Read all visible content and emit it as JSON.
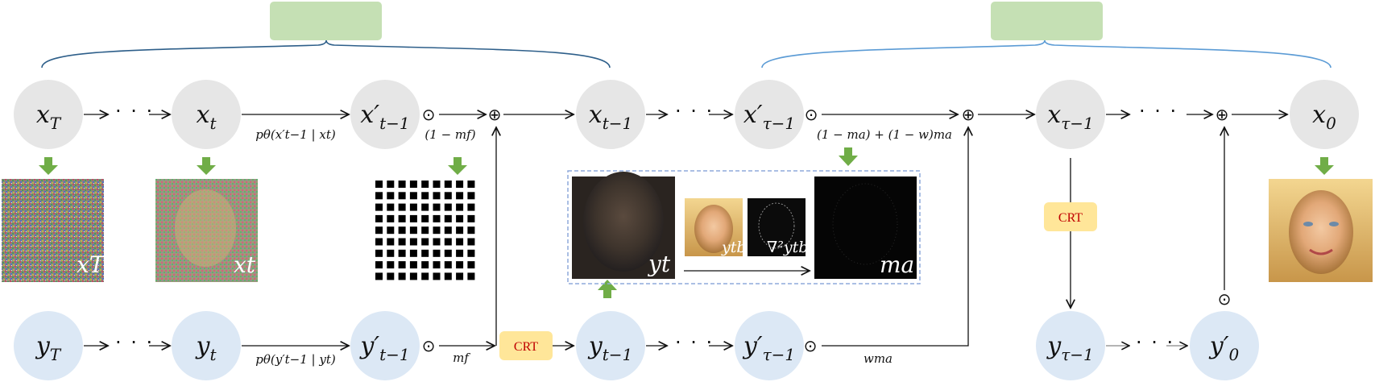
{
  "top_nodes": {
    "xT": {
      "base": "x",
      "sub": "T"
    },
    "xt": {
      "base": "x",
      "sub": "t"
    },
    "xp_t1": {
      "base": "x′",
      "sub": "t−1"
    },
    "x_t1": {
      "base": "x",
      "sub": "t−1"
    },
    "xp_tau1": {
      "base": "x′",
      "sub": "τ−1"
    },
    "x_tau1": {
      "base": "x",
      "sub": "τ−1"
    },
    "x0": {
      "base": "x",
      "sub": "0"
    }
  },
  "bottom_nodes": {
    "yT": {
      "base": "y",
      "sub": "T"
    },
    "yt": {
      "base": "y",
      "sub": "t"
    },
    "yp_t1": {
      "base": "y′",
      "sub": "t−1"
    },
    "y_t1": {
      "base": "y",
      "sub": "t−1"
    },
    "yp_tau1": {
      "base": "y′",
      "sub": "τ−1"
    },
    "y_tau1": {
      "base": "y",
      "sub": "τ−1"
    },
    "yp_0": {
      "base": "y′",
      "sub": "0"
    }
  },
  "edge_labels": {
    "top_transition": "pθ(x′t−1 | xt)",
    "bottom_transition": "pθ(y′t−1 | yt)",
    "one_minus_mf": "(1 − mf)",
    "mf": "mf",
    "blend_top": "(1 − ma) + (1 − w)ma",
    "wma": "wma"
  },
  "crt_label": "CRT",
  "dots": "· · ·",
  "operators": {
    "odot": "⊙",
    "oplus": "⊕"
  },
  "image_labels": {
    "noise_T": "xT",
    "noise_t": "xt",
    "yt_img": "yt",
    "ytb": "ytb",
    "lap_ytb": "∇²ytb",
    "ma": "ma"
  },
  "colors": {
    "top_node": "#e6e6e6",
    "bottom_node": "#dce8f5",
    "green_box": "#c5e0b4",
    "green_arrow": "#70ad47",
    "crt_fill": "#ffe699",
    "crt_text": "#c00000",
    "brace_left": "#2e5f8a",
    "brace_right": "#5b9bd5",
    "dashed_box": "#8faadc"
  }
}
